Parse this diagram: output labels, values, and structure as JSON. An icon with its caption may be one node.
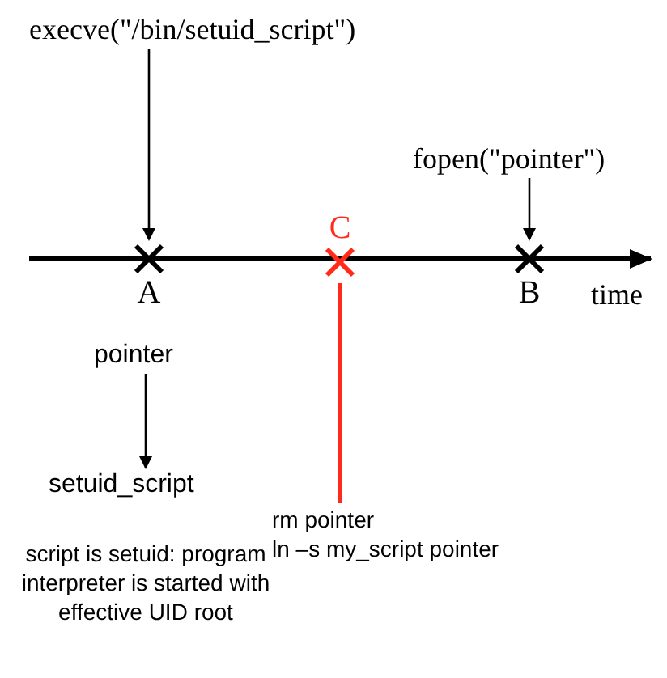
{
  "diagram": {
    "nodes": [
      {
        "text": [
          "execve(\"/bin/setuid_script\")"
        ]
      },
      {
        "text": [
          "A"
        ]
      },
      {
        "text": [
          "fopen(\"pointer\")"
        ]
      },
      {
        "text": [
          "B"
        ]
      },
      {
        "text": [
          "C"
        ]
      },
      {
        "text": [
          "rm pointer",
          "ln –s my_script pointer"
        ]
      },
      {
        "text": [
          "pointer"
        ]
      },
      {
        "text": [
          "setuid_script"
        ]
      }
    ],
    "edges": [
      {
        "from": 0,
        "to": 1,
        "arrow": "to"
      },
      {
        "from": 2,
        "to": 3,
        "arrow": "to"
      },
      {
        "from": 4,
        "to": 5,
        "arrow": "none",
        "color": "#ff2a1a"
      },
      {
        "from": 6,
        "to": 7,
        "arrow": "to"
      }
    ],
    "labels": [
      "time",
      "script is setuid: program interpreter is started with effective UID root"
    ]
  }
}
